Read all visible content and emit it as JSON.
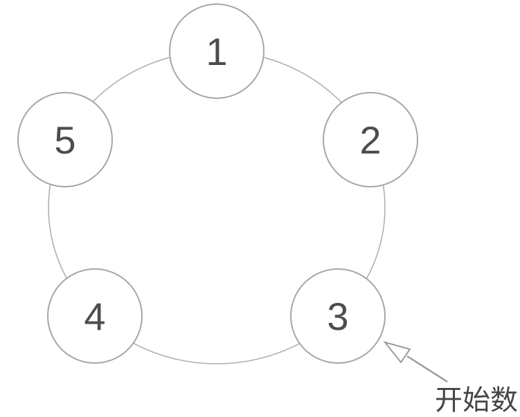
{
  "nodes": [
    {
      "label": "1"
    },
    {
      "label": "2"
    },
    {
      "label": "3"
    },
    {
      "label": "4"
    },
    {
      "label": "5"
    }
  ],
  "annotation": {
    "label": "开始数"
  },
  "colors": {
    "background": "#ffffff",
    "ring_stroke": "#b0b0b0",
    "node_stroke": "#a6a6a6",
    "node_fill": "#ffffff",
    "number_color": "#4d4d4d",
    "arrow_color": "#9c9c9c",
    "arrowhead_fill": "#ffffff",
    "label_color": "#454545"
  }
}
